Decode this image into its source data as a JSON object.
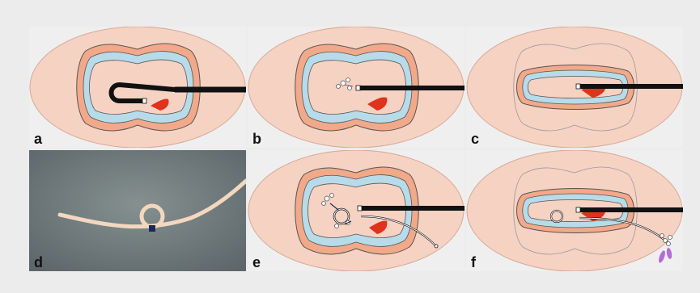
{
  "panels": [
    {
      "id": "a",
      "label": "a"
    },
    {
      "id": "b",
      "label": "b"
    },
    {
      "id": "c",
      "label": "c"
    },
    {
      "id": "d",
      "label": "d"
    },
    {
      "id": "e",
      "label": "e"
    },
    {
      "id": "f",
      "label": "f"
    }
  ],
  "colors": {
    "background": "#ececec",
    "lumen": "#f6d2c3",
    "mucosa": "#f2a98a",
    "submucosa": "#b8dbe9",
    "lesion": "#e0331c",
    "scope": "#111111",
    "clip_tag": "#b36bd6",
    "photo_bg": "#6f7b7f",
    "tube": "#f3d7bf"
  }
}
